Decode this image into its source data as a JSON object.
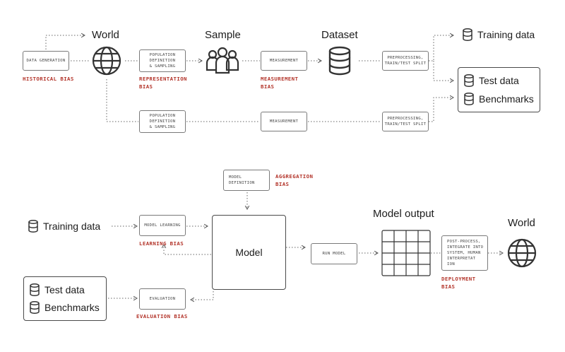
{
  "top": {
    "world_label": "World",
    "sample_label": "Sample",
    "dataset_label": "Dataset",
    "data_generation": "DATA GENERATION",
    "historical_bias": "HISTORICAL BIAS",
    "population_upper": "POPULATION\nDEFINITION\n& SAMPLING",
    "representation_bias": "REPRESENTATION\nBIAS",
    "measurement_upper": "MEASUREMENT",
    "measurement_bias": "MEASUREMENT\nBIAS",
    "preprocessing_upper": "PREPROCESSING,\nTRAIN/TEST SPLIT",
    "training_data": "Training data",
    "test_data": "Test data",
    "benchmarks": "Benchmarks",
    "population_lower": "POPULATION\nDEFINITION\n& SAMPLING",
    "measurement_lower": "MEASUREMENT",
    "preprocessing_lower": "PREPROCESSING,\nTRAIN/TEST SPLIT"
  },
  "bottom": {
    "model_definition": "MODEL\nDEFINITION",
    "aggregation_bias": "AGGREGATION\nBIAS",
    "training_data": "Training data",
    "model_learning": "MODEL LEARNING",
    "learning_bias": "LEARNING BIAS",
    "model_label": "Model",
    "run_model": "RUN MODEL",
    "model_output": "Model output",
    "post_process": "POST-PROCESS,\nINTEGRATE INTO\nSYSTEM, HUMAN\nINTERPRETAT\nION",
    "deployment_bias": "DEPLOYMENT\nBIAS",
    "world_label": "World",
    "test_data": "Test data",
    "benchmarks": "Benchmarks",
    "evaluation": "EVALUATION",
    "evaluation_bias": "EVALUATION BIAS"
  },
  "icons": {
    "globe": "globe-icon",
    "people": "people-icon",
    "database": "database-icon",
    "grid": "grid-output-icon"
  },
  "colors": {
    "bias_text": "#b3342a",
    "line": "#555555",
    "box_border": "#7a7a7a"
  }
}
